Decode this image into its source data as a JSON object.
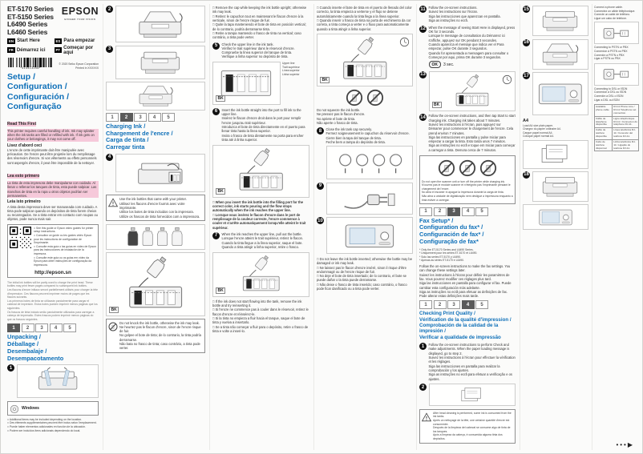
{
  "header": {
    "models": "ET-5170 Series\nET-5150 Series\nL6490 Series\nL6460 Series",
    "brand": "EPSON",
    "tagline": "EXCEED YOUR VISION",
    "langs": [
      {
        "code": "EN",
        "label": "Start Here"
      },
      {
        "code": "FR",
        "label": "Démarrez ici"
      },
      {
        "code": "ES",
        "label": "Para empezar"
      },
      {
        "code": "PT",
        "label": "Começar por aqui"
      }
    ],
    "copyright": "© 2020 Seiko Epson Corporation\nPrinted in XXXXXX",
    "barcode_text": "*414413208*"
  },
  "title": "Setup /\nConfiguration /\nConfiguración /\nConfiguração",
  "read_first": {
    "en_title": "Read This First",
    "en_body": "This printer requires careful handling of ink. Ink may splatter when the ink tanks are filled or refilled with ink. If ink gets on your clothes or belongings, it may not come off.",
    "fr_title": "Lisez d'abord ceci",
    "fr_body": "L'encre de cette imprimante doit être manipulée avec précaution. De l'encre peut être projetée lors du remplissage des réservoirs d'encre. Si vos vêtements ou effets personnels sont aspergés d'encre, il peut être impossible de la nettoyer.",
    "es_title": "Lea esto primero",
    "es_body": "La tinta de esta impresora debe manipularse con cuidado. Al llenar o rellenar los tanques de tinta, esta puede salpicar. Las manchas de tinta en la ropa u otros objetos podrían ser permanentes.",
    "pt_title": "Leia isto primeiro",
    "pt_body": "A tinta desta impressora deve ser manuseada com cuidado. A tinta pode salpicar quando os depósitos de tinta forem cheios ou recarregados. Se a tinta entrar em contacto com roupas ou objetos, pode nunca mais sair."
  },
  "qr_note": {
    "bullets": "□ See this guide or Epson video guides for printer setup instructions.\n□ Consultez ce guide ou les guides vidéo Epson pour les instructions de configuration de l'imprimante.\n□ Consulte esta guía o las guías en vídeo de Epson para las instrucciones de instalación de la impresora.\n□ Consulte este guia ou os guias em vídeo da Epson para obter instruções de configuração da impressora.",
    "url": "http://epson.sn"
  },
  "initial_ink_note": "The initial ink bottles will be partly used to charge the print head. These bottles may print fewer pages compared to subsequent ink bottles.\nLes flacons d'encre initiaux seront partiellement utilisés pour charger la tête d'impression. Ces flacons peuvent imprimer moins de pages que les flacons suivants.\nLos primeros botes de tinta se utilizarán parcialmente para cargar el cabezal de impresión. Estos botes pueden imprimir menos páginas que los siguientes.\nOs frascos de tinta iniciais serão parcialmente utilizados para carregar a cabeça de impressão. Estes frascos podem imprimir menos páginas do que os frascos seguintes.",
  "sections": {
    "unpacking": {
      "tabs": [
        "1",
        "2",
        "3",
        "4",
        "5"
      ],
      "title": "Unpacking /\nDéballage /\nDesembalaje /\nDesempacotamento"
    },
    "charging": {
      "tabs": [
        "1",
        "2",
        "3",
        "4",
        "5"
      ],
      "title": "Charging Ink /\nChargement de l'encre /\nCarga de tinta /\nCarregar tinta"
    },
    "fax": {
      "tabs": [
        "1",
        "2",
        "3",
        "4",
        "5"
      ],
      "title": "Fax Setup* /\nConfiguration du fax* /\nConfiguración de fax* /\nConfiguração de fax*",
      "footnotes": "* Only the ET-5170 Series and L6490 Series.\n* Uniquement pour les séries ET-5170 et L6490.\n* Solo las series ET-5170 y L6490.\n* Apenas as séries ET-5170 e L6490.",
      "body": "Follow the on-screen instructions to make the fax settings. You can change these settings later.\nSuivez les instructions à l'écran pour définir les paramètres de fax. Vous pourrez modifier ces réglages plus tard.\nSiga las instrucciones en pantalla para configurar el fax. Puede cambiar esta configuración más adelante.\nSiga as instruções no ecrã para efetuar as definições de fax. Pode alterar estas definições mais tarde."
    },
    "quality": {
      "tabs": [
        "1",
        "2",
        "3",
        "4",
        "5"
      ],
      "title": "Checking Print Quality /\nVérification de la qualité d'impression /\nComprobación de la calidad de la impresión /\nVerificar a qualidade de impressão"
    }
  },
  "nums": [
    "1",
    "2",
    "3",
    "4",
    "5",
    "6",
    "7",
    "8",
    "9",
    "10",
    "11",
    "12",
    "13",
    "14",
    "15",
    "16",
    "17",
    "18"
  ],
  "texts": {
    "use_bottles": "Use the ink bottles that came with your printer.\nUtilisez les flacons d'encre fournis avec votre imprimante.\nUtilice los botes de tinta incluidos con la impresora.\nUtilize os frascos de tinta fornecidos com a impressora.",
    "cap_upright": "□ Remove the cap while keeping the ink bottle upright; otherwise ink may leak.\n□ Retirez le capuchon tout en maintenant le flacon d'encre à la verticale, sinon de l'encre risque de fuir.\n□ Quite la tapa manteniendo el bote de tinta en posición vertical; de lo contrario, podría derramarse tinta.\n□ Retire a tampa mantendo o frasco de tinta na vertical; caso contrário, a tinta pode verter.",
    "check_upper": "Check the upper line in the ink tank.\nVérifiez le trait supérieur dans le réservoir d'encre.\nCompruebe la línea superior del tanque de tinta.\nVerifique a linha superior no depósito de tinta.",
    "upper_line": "Upper line\nTrait supérieur\nLínea superior\nLinha superior",
    "insert_bottle": "Insert the ink bottle straight into the port to fill ink to the upper line.\nInsérez le flacon d'encre droit dans le port pour remplir l'encre jusqu'au trait supérieur.\nIntroduzca el bote de tinta directamente en el puerto para llenar tinta hasta la línea superior.\nInsira o frasco de tinta diretamente na porta para encher tinta até à linha superior.",
    "flow_note_en_fr": "□ When you insert the ink bottle into the filling port for the correct color, ink starts pouring and the flow stops automatically when the ink reaches the upper line.\n□ Lorsque vous insérez le flacon d'encre dans le port de remplissage de la couleur correcte, l'encre commence à couler et s'arrête automatiquement lorsqu'elle atteint le trait supérieur.",
    "flow_note_es_pt": "□ Cuando inserte el bote de tinta en el puerto de llenado del color correcto, la tinta empieza a verterse y el flujo se detiene automáticamente cuando la tinta llega a la línea superior.\n□ Quando inserir o frasco de tinta na porta de enchimento da cor correta, a tinta começa a verter e o fluxo para automaticamente quando a tinta atingir a linha superior.",
    "reinsert_note": "□ If the ink does not start flowing into the tank, remove the ink bottle and try reinserting it.\n□ Si l'encre ne commence pas à couler dans le réservoir, retirez le flacon d'encre et réinsérez-le.\n□ Si la tinta no empieza a fluir hacia el tanque, saque el bote de tinta y vuelva a insertarlo.\n□ Se a tinta não começar a fluir para o depósito, retire o frasco de tinta e volte a inseri-lo.",
    "no_leave": "□ Do not leave the ink bottle inserted; otherwise the bottle may be damaged or ink may leak.\n□ Ne laissez pas le flacon d'encre inséré, sinon il risque d'être endommagé ou de l'encre risque de fuir.\n□ No deje el bote de tinta insertado; de lo contrario, el bote se puede dañar o la tinta puede derramarse.\n□ Não deixe o frasco de tinta inserido; caso contrário, o frasco pode ficar danificado ou a tinta pode verter.",
    "reach_upper": "When the ink reaches the upper line, pull out the bottle.\nLorsque l'encre atteint le trait supérieur, retirez le flacon.\nCuando la tinta llegue a la línea superior, saque el bote.\nQuando a tinta atingir a linha superior, retire o frasco.",
    "no_knock": "Do not knock the ink bottle, otherwise the ink may leak.\nNe heurtez pas le flacon d'encre, sinon de l'encre risque de fuir.\nNo golpee el bote de tinta; de lo contrario, la tinta podría derramarse.\nNão bata no frasco de tinta; caso contrário, a tinta pode verter.",
    "no_squeeze": "Do not squeeze the ink bottle.\nNe pressez pas le flacon d'encre.\nNo apriete el bote de tinta.\nNão aperte o frasco de tinta.",
    "close_caps": "Close the ink tank cap securely.\nFermez soigneusement le capuchon du réservoir d'encre.\nCierre bien la tapa del tanque de tinta.\nFeche bem a tampa do depósito de tinta.",
    "onscreen": "Follow the on-screen instructions.\nSuivez les instructions sur l'écran.\nSiga las instrucciones que aparezcan en pantalla.\nSiga as instruções no ecrã.",
    "start_here_ok": "When the message of seeing Start Here is displayed, press OK for 3 seconds.\nLorsque le message de consultation du Démarrez ici s'affiche, appuyez sur OK pendant 3 secondes.\nCuando aparezca el mensaje que indica ver el Para empezar, pulse OK durante 3 segundos.\nQuando for apresentada a mensagem para consultar o Começar por aqui, prima OK durante 3 segundos.",
    "init": "Follow the on-screen instructions, and then tap Start to start charging ink. Charging ink takes about 7 minutes.\nSuivez les instructions à l'écran, puis appuyez sur Démarrer pour commencer le chargement de l'encre. Cela prend environ 7 minutes.\nSiga las instrucciones en pantalla y pulse Iniciar para empezar a cargar la tinta. Esto tarda unos 7 minutos.\nSiga as instruções no ecrã e toque em Iniciar para começar a carregar a tinta. Demora cerca de 7 minutos.",
    "no_open": "Do not open the scanner unit or turn off the printer while charging ink.\nN'ouvrez pas le module scanner et n'éteignez pas l'imprimante pendant le chargement de l'encre.\nNo abra el escáner ni apague la impresora durante la carga de tinta.\nNão abra a unidade de digitalização nem desligue a impressora enquanto a tinta estiver a carregar.",
    "quality1": "Follow the on-screen instructions to perform Check and make adjustments. When the paper loading message is displayed, go to step 2.\nSuivez les instructions à l'écran pour effectuer la vérification et les réglages.\nSiga las instrucciones en pantalla para realizar la comprobación y los ajustes.\nSiga as instruções no ecrã para efetuar a verificação e os ajustes.",
    "quality_note": "After head cleaning is performed, some ink is consumed from the ink tanks.\nAprès un nettoyage de la tête, une certaine quantité d'encre est consommée.\nDespués de la limpieza del cabezal se consume algo de tinta de los tanques.\nApós a limpeza da cabeça, é consumida alguma tinta dos depósitos.",
    "load_paper": "Load A4 size plain paper.\nChargez du papier ordinaire A4.\nCargue papel normal A4.\nColoque papel normal A4.",
    "phone_connect": "Connect a phone cable.\nConnectez un câble téléphonique.\nConecte un cable de teléfono.\nLigue um cabo de telefone.",
    "pstn": "Connecting to PSTN or PBX\nConnexion à PSTN ou PBX\nConexión a PSTN o PBX\nLigar a PSTN ou PBX",
    "dsl": "Connecting to DSL or ISDN\nConnexion à DSL ou ISDN\nConexión a DSL o ISDN\nLigar a DSL ou ISDN",
    "unpack_note": "□ Additional items may be included depending on the location.\n□ Des éléments supplémentaires peuvent être inclus selon l'emplacement.\n□ Puede haber elementos adicionales en función de la ubicación.\n□ Podem ser incluídos itens adicionais dependendo do local."
  },
  "phone_table": {
    "rows": [
      [
        "Available phone cable",
        "RJ-11 Phone Line / RJ-11 Telephone set connection."
      ],
      [
        "Câble de téléphone disponible",
        "Ligne téléphonique RJ-11 / Connexion du téléphone RJ-11."
      ],
      [
        "Cable de teléfono disponible",
        "Línea telefónica RJ-11 / Conexión del teléfono RJ-11."
      ],
      [
        "Cabo de telefone disponível",
        "Linha telefónica RJ-11 / Ligação do telefone RJ-11."
      ]
    ]
  },
  "labels": {
    "bk": "BK",
    "a4": "A4",
    "ok": "OK",
    "sec3": "3 sec.",
    "windows": "Windows"
  },
  "pagination": {
    "dots": "•••",
    "arrow": "▶"
  }
}
